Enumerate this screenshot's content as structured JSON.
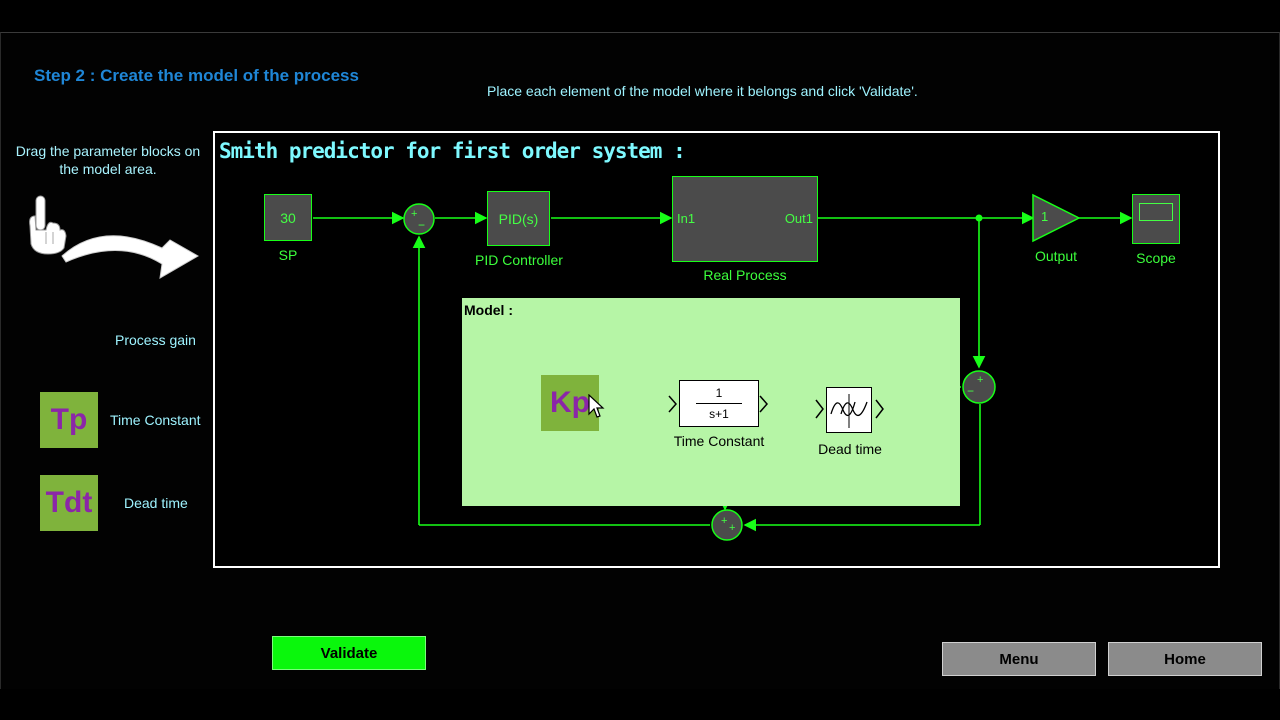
{
  "step_title": "Step 2 :  Create the model of the process",
  "instruction": "Place each element of the model where it belongs and click 'Validate'.",
  "drag_help": "Drag the parameter blocks on the model area.",
  "palette": [
    {
      "label": "Process gain"
    },
    {
      "symbol": "Tp",
      "label": "Time Constant"
    },
    {
      "symbol": "Tdt",
      "label": "Dead time"
    }
  ],
  "diagram": {
    "title": "Smith predictor for first order system :",
    "sp": {
      "value": "30",
      "label": "SP"
    },
    "pid": {
      "text": "PID(s)",
      "label": "PID Controller"
    },
    "process": {
      "in": "In1",
      "out": "Out1",
      "label": "Real Process"
    },
    "output": {
      "value": "1",
      "label": "Output"
    },
    "scope": {
      "label": "Scope"
    },
    "model": {
      "title": "Model :",
      "gain_block": "Kp",
      "tf": {
        "num": "1",
        "den": "s+1",
        "label": "Time Constant"
      },
      "dead_time": {
        "label": "Dead time"
      }
    }
  },
  "buttons": {
    "validate": "Validate",
    "menu": "Menu",
    "home": "Home"
  },
  "colors": {
    "signal": "#18ff18",
    "title_blue": "#1f86d6",
    "model_bg": "#b6f5a6",
    "param_bg": "#7fb33c",
    "validate": "#0af70c"
  }
}
